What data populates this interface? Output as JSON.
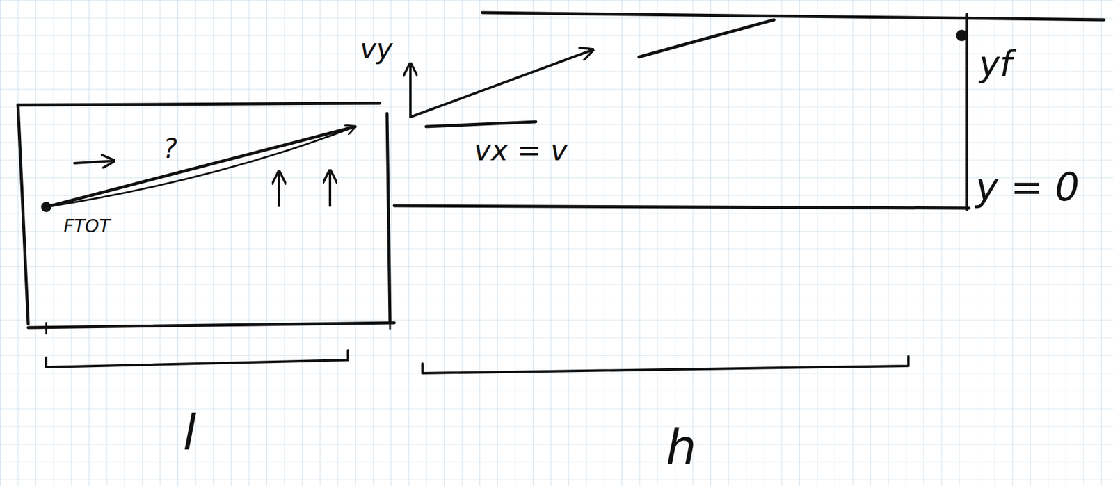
{
  "diagram": {
    "labels": [
      "?",
      "FTOT",
      "vy",
      "vx = v",
      "yf",
      "y = 0",
      "l",
      "h"
    ]
  }
}
